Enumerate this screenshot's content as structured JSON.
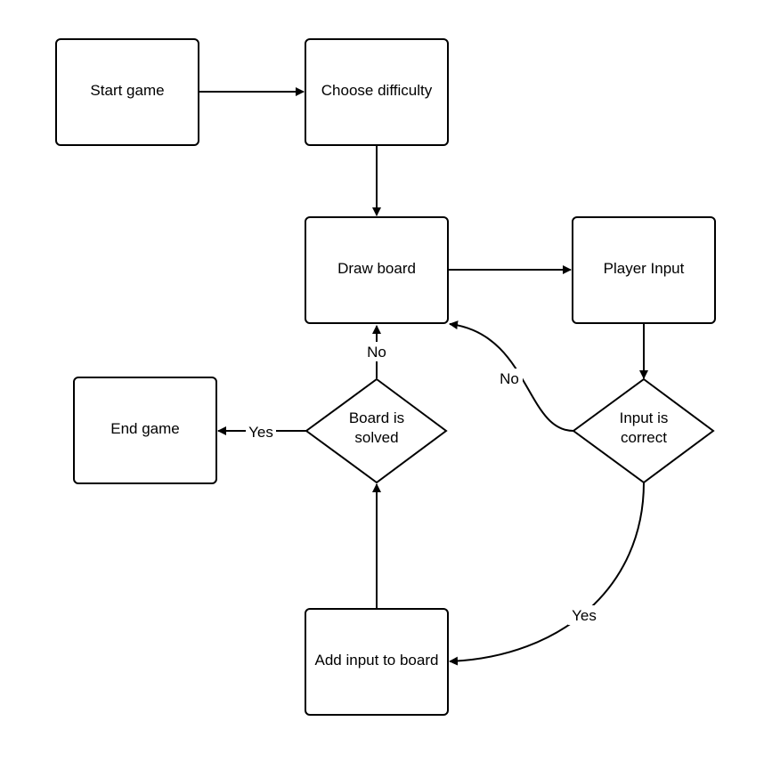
{
  "nodes": {
    "start_game": "Start game",
    "choose_difficulty": "Choose difficulty",
    "draw_board": "Draw board",
    "player_input": "Player Input",
    "input_is_correct": [
      "Input is",
      "correct"
    ],
    "board_is_solved": [
      "Board is",
      "solved"
    ],
    "end_game": "End game",
    "add_input_to_board": "Add input to board"
  },
  "edges": {
    "no_to_draw_board": "No",
    "incorrect_no": "No",
    "solved_yes": "Yes",
    "correct_yes": "Yes"
  }
}
